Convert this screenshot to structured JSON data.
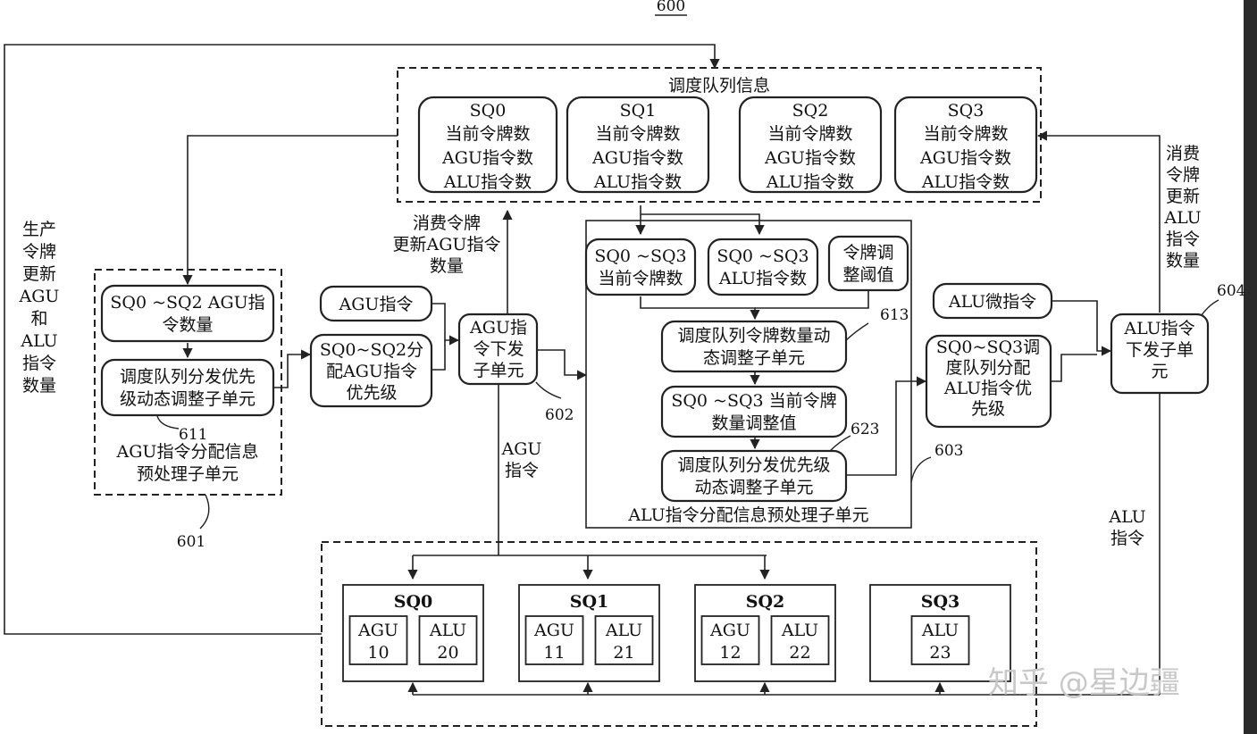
{
  "figure_number": "600",
  "queue_info": {
    "title": "调度队列信息",
    "cards": [
      {
        "name": "SQ0",
        "lines": [
          "当前令牌数",
          "AGU指令数",
          "ALU指令数"
        ]
      },
      {
        "name": "SQ1",
        "lines": [
          "当前令牌数",
          "AGU指令数",
          "ALU指令数"
        ]
      },
      {
        "name": "SQ2",
        "lines": [
          "当前令牌数",
          "AGU指令数",
          "ALU指令数"
        ]
      },
      {
        "name": "SQ3",
        "lines": [
          "当前令牌数",
          "AGU指令数",
          "ALU指令数"
        ]
      }
    ]
  },
  "left_label": [
    "生产",
    "令牌",
    "更新",
    "AGU",
    "和",
    "ALU",
    "指令",
    "数量"
  ],
  "right_label": [
    "消费",
    "令牌",
    "更新",
    "ALU",
    "指令",
    "数量"
  ],
  "agu_consume_label": [
    "消费令牌",
    "更新AGU指令",
    "数量"
  ],
  "unit_601": {
    "box_a": [
      "SQ0 ~SQ2 AGU指",
      "令数量"
    ],
    "box_b": [
      "调度队列分发优先",
      "级动态调整子单元"
    ],
    "ref_611": "611",
    "title": [
      "AGU指令分配信息",
      "预处理子单元"
    ],
    "ref": "601"
  },
  "agu_instr": "AGU指令",
  "agu_priority": [
    "SQ0~SQ2分",
    "配AGU指令",
    "优先级"
  ],
  "agu_dispatch": [
    "AGU指",
    "令下发",
    "子单元"
  ],
  "ref_602": "602",
  "agu_down_label": [
    "AGU",
    "指令"
  ],
  "unit_603": {
    "box_tokens": [
      "SQ0 ~SQ3",
      "当前令牌数"
    ],
    "box_alu_count": [
      "SQ0 ~SQ3",
      "ALU指令数"
    ],
    "box_threshold": [
      "令牌调",
      "整阈值"
    ],
    "box_dynamic": [
      "调度队列令牌数量动",
      "态调整子单元"
    ],
    "ref_613": "613",
    "box_adjust": [
      "SQ0 ~SQ3 当前令牌",
      "数量调整值"
    ],
    "ref_623": "623",
    "box_priority": [
      "调度队列分发优先级",
      "动态调整子单元"
    ],
    "title": "ALU指令分配信息预处理子单元",
    "ref": "603"
  },
  "alu_priority": [
    "SQ0~SQ3调",
    "度队列分配",
    "ALU指令优",
    "先级"
  ],
  "alu_micro": "ALU微指令",
  "alu_dispatch": [
    "ALU指令",
    "下发子单",
    "元"
  ],
  "ref_604": "604",
  "alu_down_label": [
    "ALU",
    "指令"
  ],
  "queues": [
    {
      "name": "SQ0",
      "slots": [
        [
          "AGU",
          "10"
        ],
        [
          "ALU",
          "20"
        ]
      ]
    },
    {
      "name": "SQ1",
      "slots": [
        [
          "AGU",
          "11"
        ],
        [
          "ALU",
          "21"
        ]
      ]
    },
    {
      "name": "SQ2",
      "slots": [
        [
          "AGU",
          "12"
        ],
        [
          "ALU",
          "22"
        ]
      ]
    },
    {
      "name": "SQ3",
      "slots": [
        [
          "ALU",
          "23"
        ]
      ]
    }
  ],
  "watermark": "知乎 @星边疆"
}
